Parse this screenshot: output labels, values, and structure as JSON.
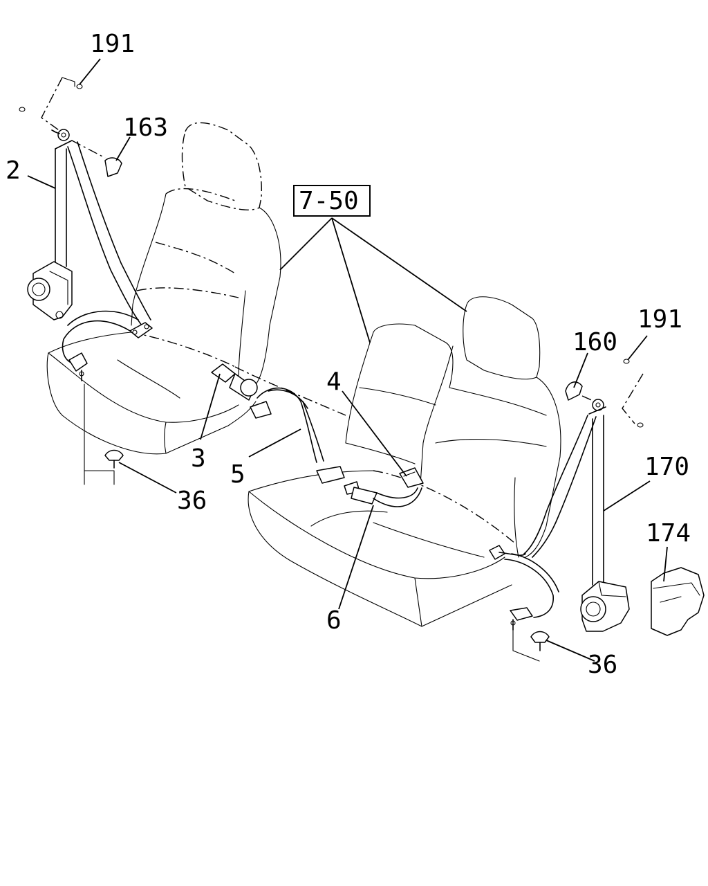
{
  "diagram": {
    "labels": {
      "p191_top": "191",
      "p163": "163",
      "p2": "2",
      "p7_50": "7-50",
      "p191_right": "191",
      "p160": "160",
      "p4": "4",
      "p3": "3",
      "p5": "5",
      "p170": "170",
      "p36_left": "36",
      "p174": "174",
      "p6": "6",
      "p36_right": "36"
    }
  }
}
